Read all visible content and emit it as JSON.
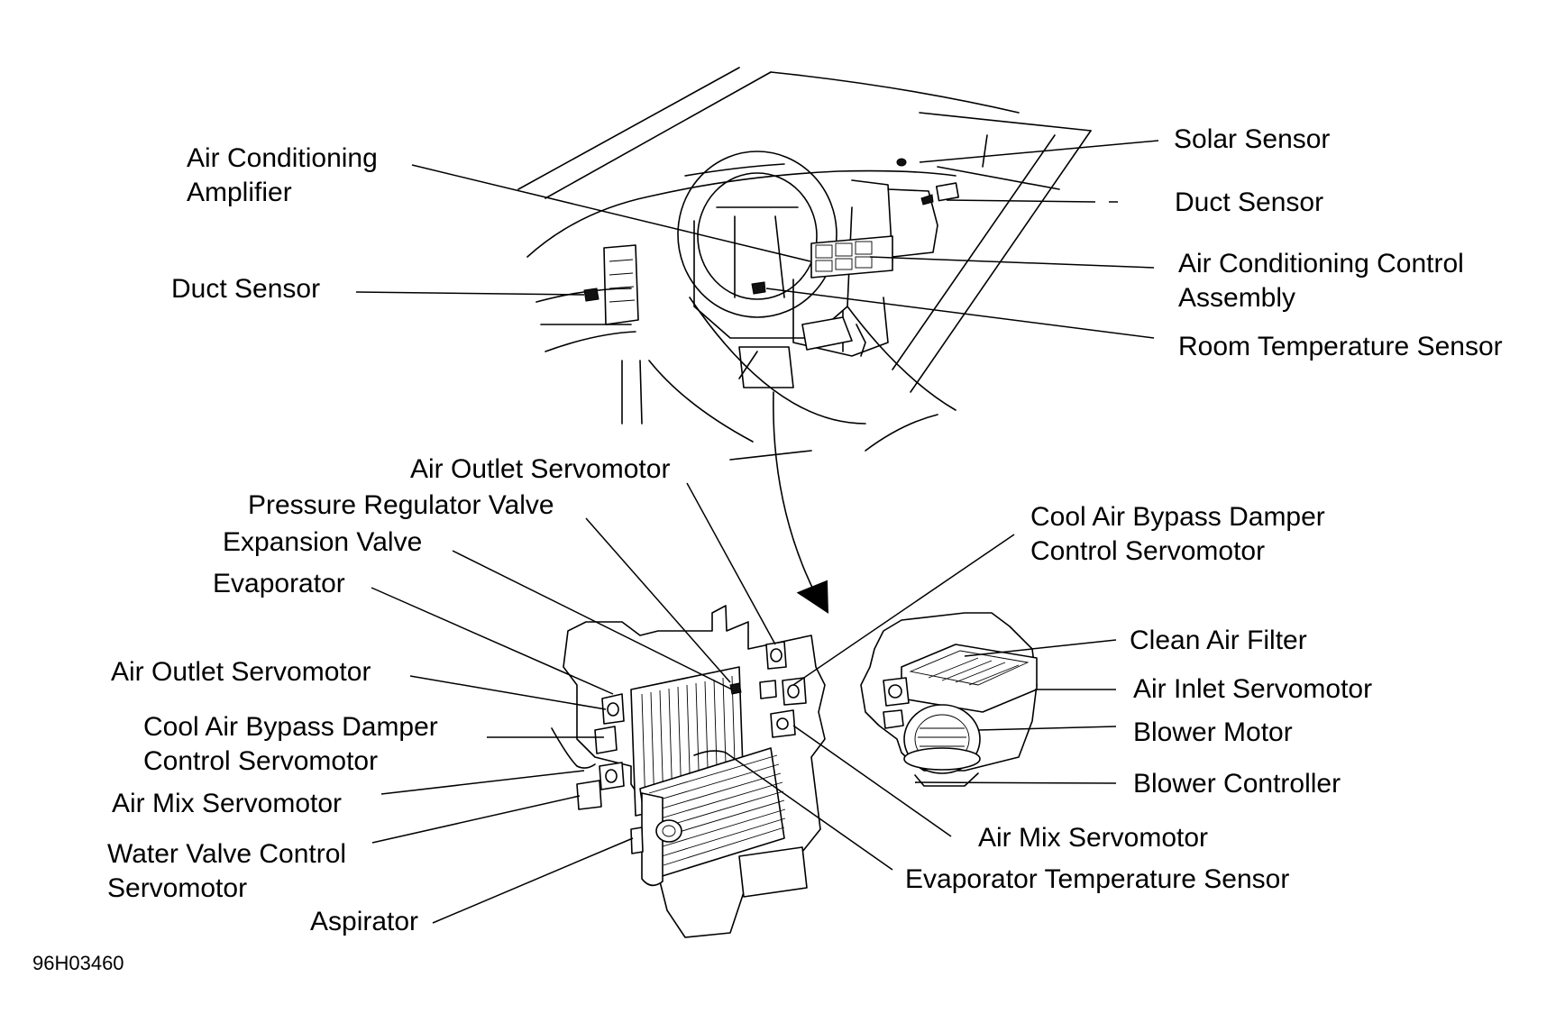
{
  "labels": {
    "air_conditioning_amplifier": [
      "Air Conditioning",
      "Amplifier"
    ],
    "duct_sensor_left": "Duct Sensor",
    "solar_sensor": "Solar Sensor",
    "duct_sensor_right": "Duct Sensor",
    "air_conditioning_control_assembly": [
      "Air Conditioning Control",
      "Assembly"
    ],
    "room_temperature_sensor": "Room Temperature Sensor",
    "air_outlet_servomotor_top": "Air Outlet Servomotor",
    "pressure_regulator_valve": "Pressure Regulator Valve",
    "expansion_valve": "Expansion Valve",
    "evaporator": "Evaporator",
    "air_outlet_servomotor_left": "Air Outlet Servomotor",
    "cool_air_bypass_left": [
      "Cool Air Bypass Damper",
      "Control Servomotor"
    ],
    "air_mix_servomotor_left": "Air Mix Servomotor",
    "water_valve_control_servomotor": [
      "Water Valve Control",
      "Servomotor"
    ],
    "aspirator": "Aspirator",
    "cool_air_bypass_right": [
      "Cool Air Bypass Damper",
      "Control Servomotor"
    ],
    "clean_air_filter": "Clean Air Filter",
    "air_inlet_servomotor": "Air Inlet Servomotor",
    "blower_motor": "Blower Motor",
    "blower_controller": "Blower Controller",
    "air_mix_servomotor_right": "Air Mix Servomotor",
    "evaporator_temperature_sensor": "Evaporator Temperature Sensor"
  },
  "figure_code": "96H03460"
}
